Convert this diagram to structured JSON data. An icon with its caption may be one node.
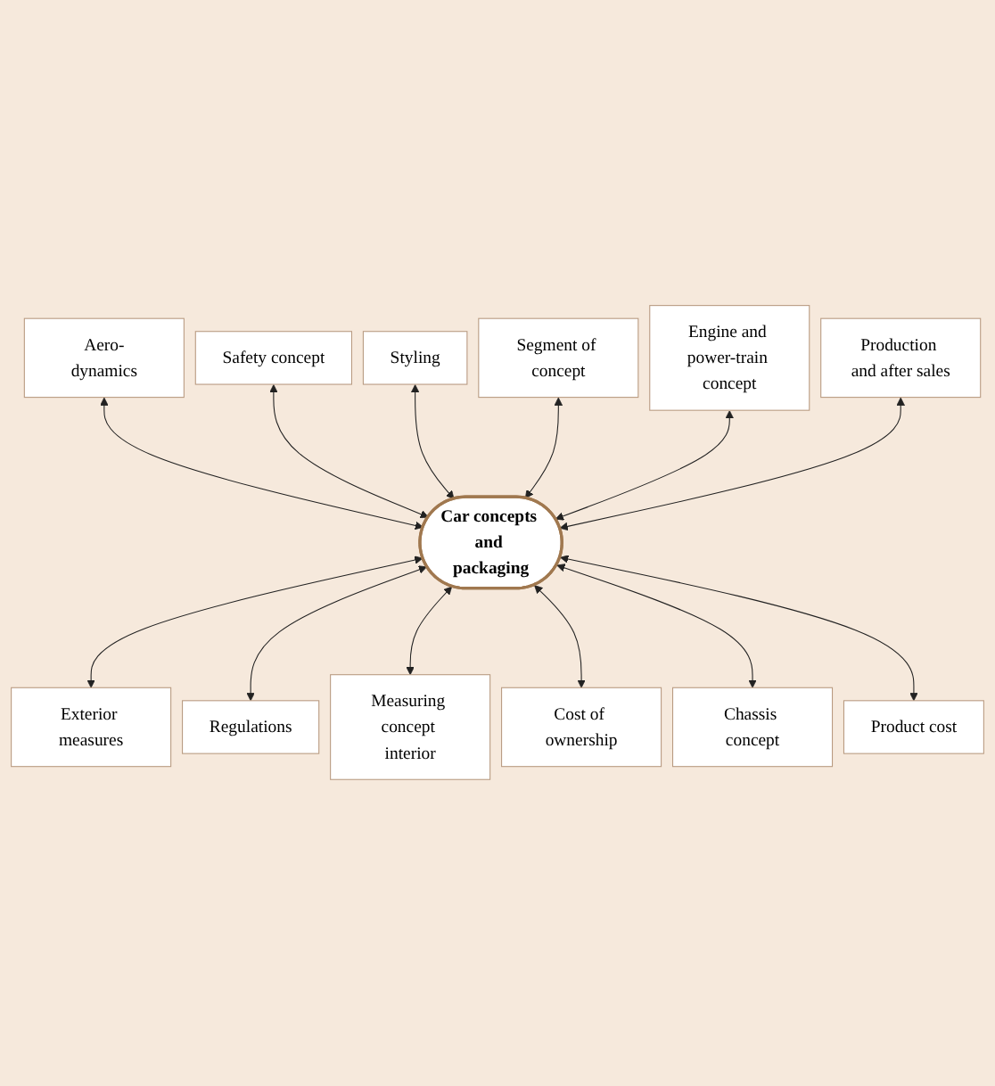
{
  "diagram": {
    "nodes": [
      {
        "text": [
          "Car concepts and packaging"
        ]
      },
      {
        "text": [
          "Aero-dynamics"
        ]
      },
      {
        "text": [
          "Safety concept"
        ]
      },
      {
        "text": [
          "Styling"
        ]
      },
      {
        "text": [
          "Segment of concept"
        ]
      },
      {
        "text": [
          "Engine and power-train concept"
        ]
      },
      {
        "text": [
          "Production and after sales"
        ]
      },
      {
        "text": [
          "Exterior measures"
        ]
      },
      {
        "text": [
          "Regulations"
        ]
      },
      {
        "text": [
          "Measuring concept interior"
        ]
      },
      {
        "text": [
          "Cost of ownership"
        ]
      },
      {
        "text": [
          "Chassis concept"
        ]
      },
      {
        "text": [
          "Product cost"
        ]
      }
    ],
    "edges": [
      {
        "from": 1,
        "to": 0,
        "arrow": "both"
      },
      {
        "from": 2,
        "to": 0,
        "arrow": "both"
      },
      {
        "from": 3,
        "to": 0,
        "arrow": "both"
      },
      {
        "from": 4,
        "to": 0,
        "arrow": "both"
      },
      {
        "from": 5,
        "to": 0,
        "arrow": "both"
      },
      {
        "from": 6,
        "to": 0,
        "arrow": "both"
      },
      {
        "from": 0,
        "to": 7,
        "arrow": "both"
      },
      {
        "from": 0,
        "to": 8,
        "arrow": "both"
      },
      {
        "from": 0,
        "to": 9,
        "arrow": "both"
      },
      {
        "from": 0,
        "to": 10,
        "arrow": "both"
      },
      {
        "from": 0,
        "to": 11,
        "arrow": "both"
      },
      {
        "from": 0,
        "to": 12,
        "arrow": "both"
      }
    ]
  }
}
